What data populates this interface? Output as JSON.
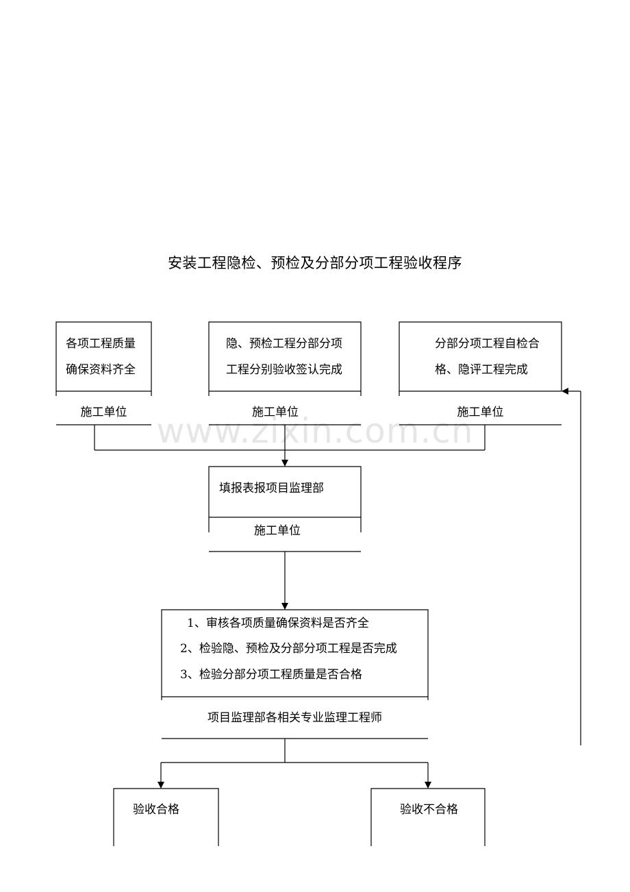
{
  "title": "安装工程隐检、预检及分部分项工程验收程序",
  "watermark": "www.zixin.com.cn",
  "top_boxes": [
    {
      "lines": [
        "各项工程质量",
        "确保资料齐全"
      ],
      "label": "施工单位"
    },
    {
      "lines": [
        "隐、预检工程分部分项",
        "工程分别验收签认完成"
      ],
      "label": "施工单位"
    },
    {
      "lines": [
        "分部分项工程自检合",
        "格、隐评工程完成"
      ],
      "label": "施工单位"
    }
  ],
  "submit_box": {
    "text": "填报表报项目监理部",
    "label": "施工单位"
  },
  "review_box": {
    "items": [
      "1、审核各项质量确保资料是否齐全",
      "2、检验隐、预检及分部分项工程是否完成",
      "3、检验分部分项工程质量是否合格"
    ],
    "label": "项目监理部各相关专业监理工程师"
  },
  "result_pass": "验收合格",
  "result_fail": "验收不合格"
}
